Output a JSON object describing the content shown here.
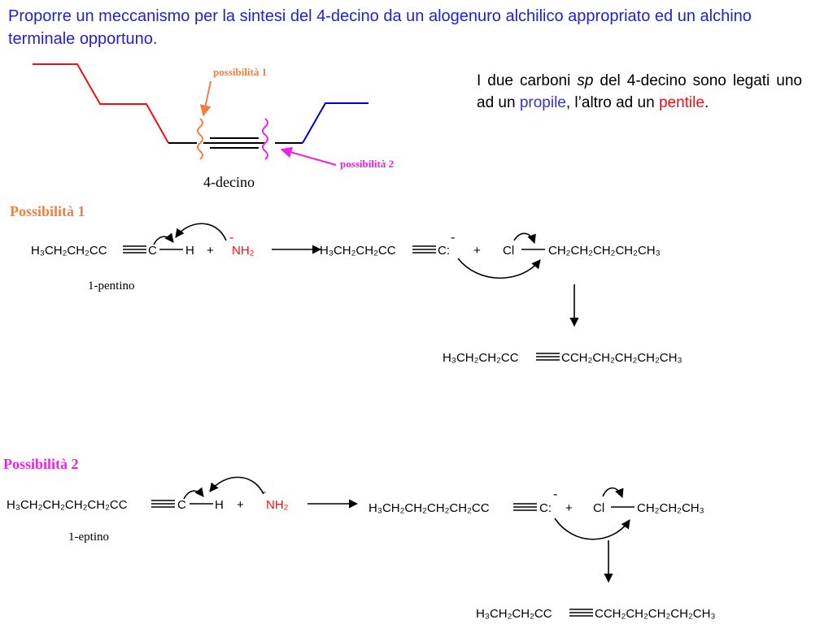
{
  "title": "Proporre un meccanismo per la sintesi del 4-decino da un alogenuro alchilico appropriato ed un alchino terminale opportuno.",
  "description": {
    "part1": "I due carboni ",
    "sp": "sp",
    "part2": " del 4-decino sono legati uno ad un ",
    "propile": "propile",
    "part3": ", l’altro ad un ",
    "pentile": "pentile",
    "part4": "."
  },
  "structure": {
    "label": "4-decino",
    "possibility1_tag": "possibilità 1",
    "possibility2_tag": "possibilità 2"
  },
  "section1": {
    "heading": "Possibilità 1",
    "alkyne_prefix": "H₃CH₂CH₂CC",
    "alkyne_c": "C",
    "h": "H",
    "plus": "+",
    "base_charge": "-",
    "base": "NH₂",
    "reactant_label": "1-pentino",
    "anion_prefix": "H₃CH₂CH₂CC",
    "anion_c": "C:",
    "anion_charge": "-",
    "plus2": "+",
    "cl": "Cl",
    "halide_chain": "CH₂CH₂CH₂CH₂CH₃",
    "product_left": "H₃CH₂CH₂CC",
    "product_right": "CCH₂CH₂CH₂CH₂CH₃"
  },
  "section2": {
    "heading": "Possibilità 2",
    "alkyne_prefix": "H₃CH₂CH₂CH₂CH₂CC",
    "alkyne_c": "C",
    "h": "H",
    "plus": "+",
    "base_charge": "-",
    "base": "NH₂",
    "reactant_label": "1-eptino",
    "anion_prefix": "H₃CH₂CH₂CH₂CH₂CC",
    "anion_c": "C:",
    "anion_charge": "-",
    "plus2": "+",
    "cl": "Cl",
    "halide_chain": "CH₂CH₂CH₃",
    "product_left": "H₃CH₂CH₂CC",
    "product_right": "CCH₂CH₂CH₂CH₂CH₃"
  },
  "colors": {
    "title": "#1f1fd6",
    "propyl": "#0000cc",
    "pentyl": "#ee1111",
    "possibility1": "#f08040",
    "possibility2": "#ee22dd",
    "nh2": "#ee1111"
  }
}
